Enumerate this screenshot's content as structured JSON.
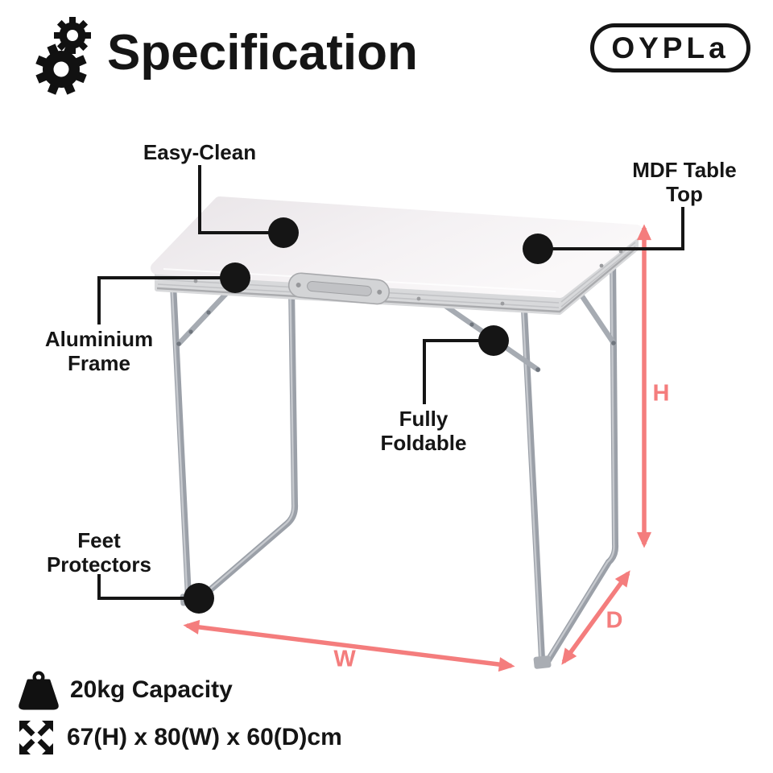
{
  "colors": {
    "accent": "#F47D7D",
    "ink": "#151515"
  },
  "header": {
    "title": "Specification",
    "brand": "OYPLa"
  },
  "callouts": {
    "easy_clean": "Easy-Clean",
    "mdf_table_top": "MDF Table Top",
    "aluminium_frame": "Aluminium Frame",
    "fully_foldable": "Fully Foldable",
    "feet_protectors": "Feet Protectors"
  },
  "dimensions": {
    "height": "H",
    "width": "W",
    "depth": "D"
  },
  "specs": {
    "capacity": "20kg Capacity",
    "size": "67(H) x 80(W) x 60(D)cm"
  }
}
